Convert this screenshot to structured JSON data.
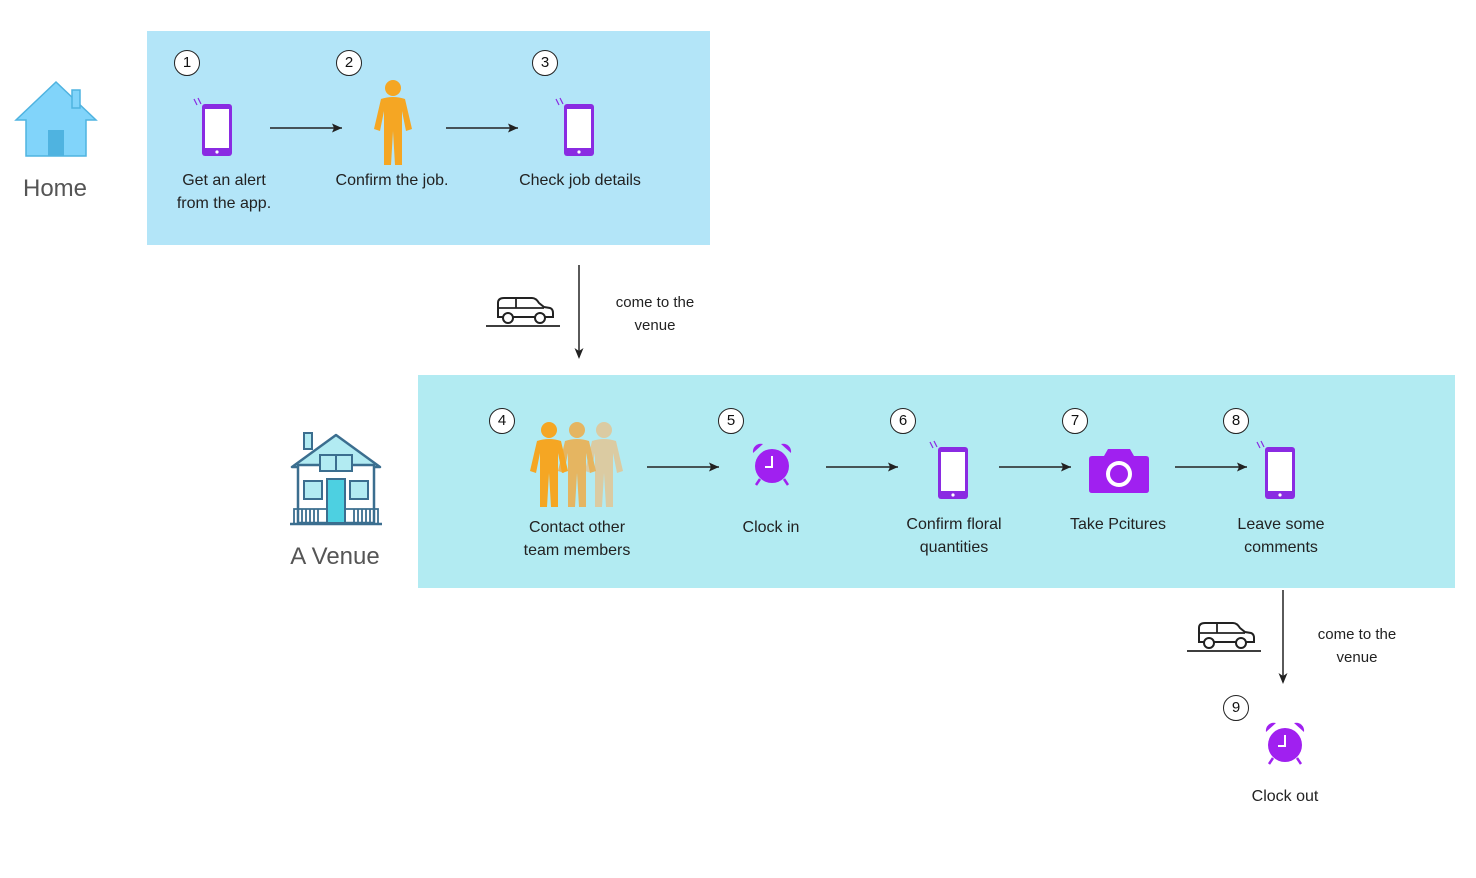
{
  "locations": {
    "home": "Home",
    "venue": "A Venue"
  },
  "steps": [
    {
      "num": "1",
      "lines": [
        "Get an alert",
        "from the app."
      ],
      "icon": "phone-icon"
    },
    {
      "num": "2",
      "lines": [
        "Confirm the job."
      ],
      "icon": "person-icon"
    },
    {
      "num": "3",
      "lines": [
        "Check job details"
      ],
      "icon": "phone-icon"
    },
    {
      "num": "4",
      "lines": [
        "Contact other",
        "team members"
      ],
      "icon": "group-icon"
    },
    {
      "num": "5",
      "lines": [
        "Clock in"
      ],
      "icon": "alarm-clock-icon"
    },
    {
      "num": "6",
      "lines": [
        "Confirm floral",
        "quantities"
      ],
      "icon": "phone-icon"
    },
    {
      "num": "7",
      "lines": [
        "Take Pcitures"
      ],
      "icon": "camera-icon"
    },
    {
      "num": "8",
      "lines": [
        "Leave some",
        "comments"
      ],
      "icon": "phone-icon"
    },
    {
      "num": "9",
      "lines": [
        "Clock out"
      ],
      "icon": "alarm-clock-icon"
    }
  ],
  "transitions": [
    {
      "lines": [
        "come to the",
        "venue"
      ],
      "icon": "car-icon"
    },
    {
      "lines": [
        "come to the",
        "venue"
      ],
      "icon": "car-icon"
    }
  ],
  "colors": {
    "home_panel": "#b3e5f8",
    "venue_panel": "#b2ebf2",
    "purple": "#8a2be2",
    "orange": "#f5a623",
    "house_blue": "#81d4fa"
  }
}
